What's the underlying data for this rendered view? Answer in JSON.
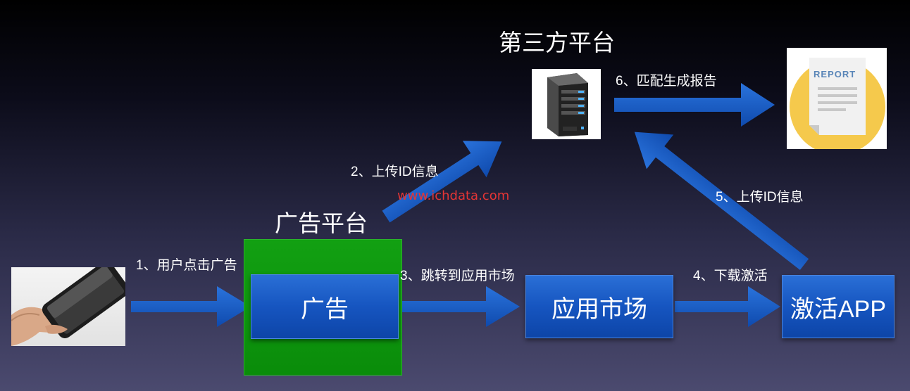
{
  "titles": {
    "third_party": "第三方平台",
    "ad_platform": "广告平台"
  },
  "boxes": {
    "ad": "广告",
    "app_market": "应用市场",
    "activate_app": "激活APP"
  },
  "steps": {
    "step1": "1、用户点击广告",
    "step2": "2、上传ID信息",
    "step3": "3、跳转到应用市场",
    "step4": "4、下载激活",
    "step5": "5、上传ID信息",
    "step6": "6、匹配生成报告"
  },
  "report_icon_text": "REPORT",
  "watermark": "www.ichdata.com",
  "colors": {
    "arrow": "#1a5fc8",
    "box_blue": "#1655c0",
    "box_green": "#0a8c0a",
    "watermark": "#e53535",
    "report_circle": "#f5c94c"
  },
  "icons": [
    "phone-in-hand-icon",
    "server-icon",
    "report-document-icon"
  ]
}
